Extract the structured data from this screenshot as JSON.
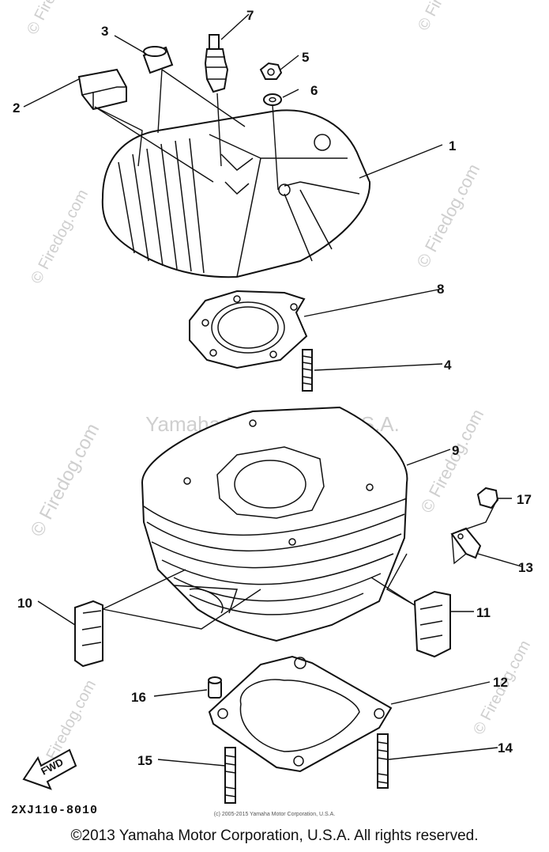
{
  "diagram": {
    "code": "2XJ110-8010",
    "fine_print": "(c) 2005-2015 Yamaha Motor Corporation, U.S.A.",
    "copyright": "©2013 Yamaha Motor Corporation, U.S.A. All rights reserved.",
    "fwd_label": "FWD",
    "watermark_center": "Yamaha Motor Corp, U.S.A.",
    "watermark_site": "© Firedog.com",
    "callouts": [
      "1",
      "2",
      "3",
      "4",
      "5",
      "6",
      "7",
      "8",
      "9",
      "10",
      "11",
      "12",
      "13",
      "14",
      "15",
      "16",
      "17"
    ],
    "parts": [
      "cylinder-head",
      "head-damper",
      "spacer-cap",
      "stud-bolt-head",
      "nut",
      "washer",
      "spark-plug",
      "head-gasket",
      "cylinder",
      "damper-left",
      "damper-right",
      "cylinder-gasket",
      "clamp",
      "stud-bolt-right",
      "stud-bolt-left",
      "dowel-pin",
      "clamp-nut"
    ]
  }
}
